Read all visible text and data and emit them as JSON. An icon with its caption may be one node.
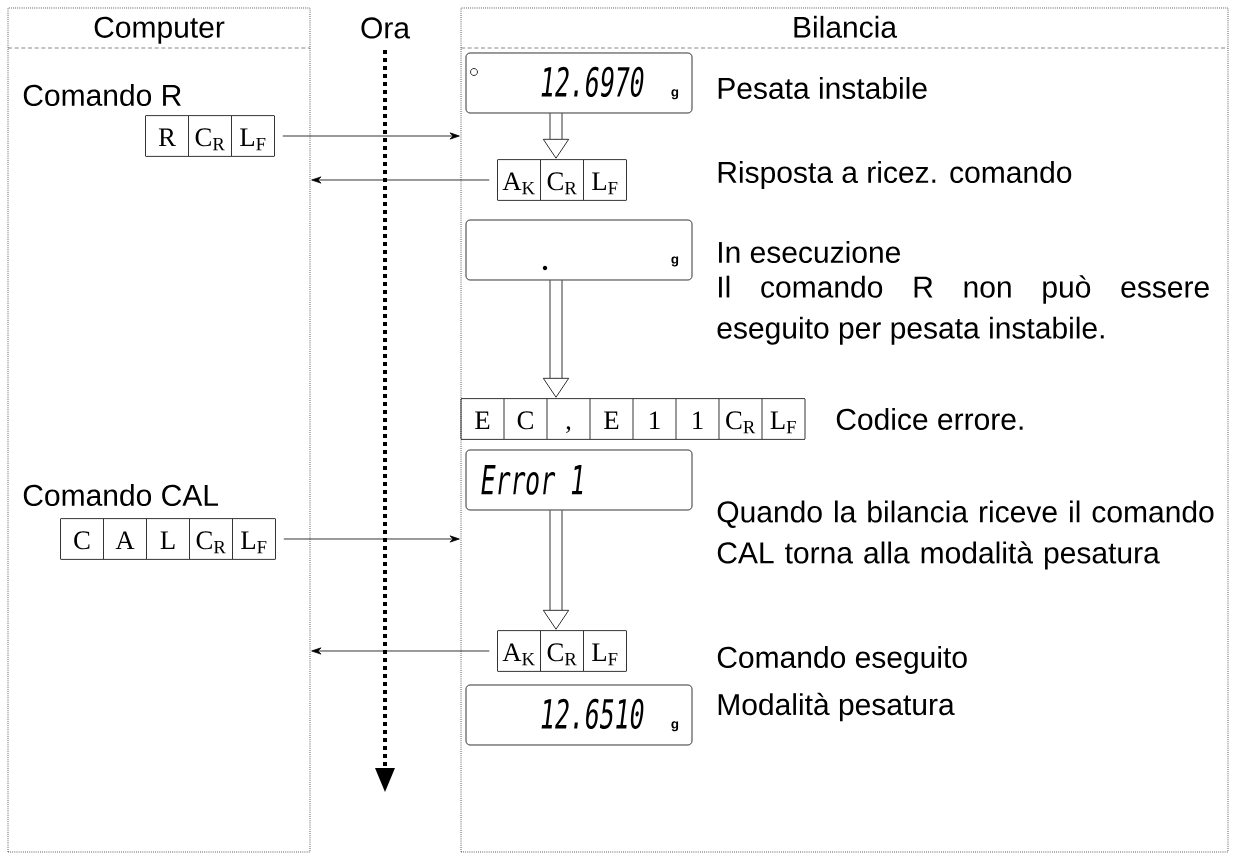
{
  "diagram": {
    "nodes": [
      {
        "text": [
          "Computer"
        ]
      },
      {
        "text": [
          "Bilancia"
        ]
      },
      {
        "text": [
          "12.6970",
          "g"
        ],
        "in": 1,
        "beside": [
          "Pesata instabile"
        ]
      },
      {
        "text": [
          "R",
          "C$_{R}$",
          "L$_{F}$"
        ],
        "in": 0,
        "beside": [
          "Comando R"
        ]
      },
      {
        "text": [
          "A$_{K}$",
          "C$_{R}$",
          "L$_{F}$"
        ],
        "in": 1
      },
      {
        "text": [
          "g"
        ],
        "in": 1,
        "beside": [
          "In esecuzione",
          "Il comando R non può essere eseguito per pesata instabile."
        ]
      },
      {
        "text": [
          "E",
          "C",
          ",",
          "E",
          "1",
          "1",
          "C$_{R}$",
          "L$_{F}$"
        ],
        "in": 1,
        "beside": [
          "Codice errore."
        ]
      },
      {
        "text": [
          "Error 1"
        ],
        "in": 1,
        "beside": [
          "Quando la bilancia riceve il comando CAL torna alla modalità pesatura"
        ]
      },
      {
        "text": [
          "C",
          "A",
          "L",
          "C$_{R}$",
          "L$_{F}$"
        ],
        "in": 0,
        "beside": [
          "Comando CAL"
        ]
      },
      {
        "text": [
          "A$_{K}$",
          "C$_{R}$",
          "L$_{F}$"
        ],
        "in": 1
      },
      {
        "text": [
          "12.6510",
          "g"
        ],
        "in": 1,
        "beside": [
          "Modalità pesatura"
        ]
      }
    ],
    "edges": [
      {
        "from": 3,
        "to": 1,
        "arrow": "to"
      },
      {
        "from": 2,
        "to": 4,
        "arrow": "to"
      },
      {
        "from": 4,
        "to": 0,
        "arrow": "to"
      },
      {
        "from": 5,
        "to": 6,
        "arrow": "to"
      },
      {
        "from": 8,
        "to": 1,
        "arrow": "to"
      },
      {
        "from": 7,
        "to": 9,
        "arrow": "to"
      },
      {
        "from": 9,
        "to": 0,
        "arrow": "to"
      }
    ],
    "labels": [
      "Ora",
      "Risposta a ricez. comando",
      "Comando eseguito"
    ]
  }
}
